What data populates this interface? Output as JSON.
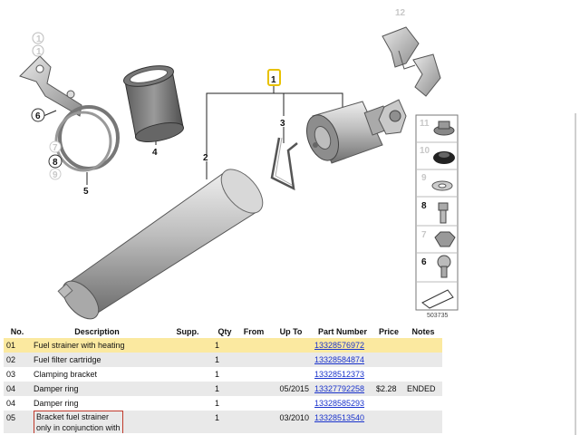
{
  "diagram": {
    "callouts": {
      "c1": "1",
      "c2": "2",
      "c3": "3",
      "c4": "4",
      "c5": "5",
      "c6": "6",
      "c8": "8",
      "c12": "12",
      "c_top1": "1",
      "c_top2": "1",
      "c7": "7",
      "c9": "9",
      "s11": "11",
      "s10": "10",
      "s9": "9",
      "s8": "8",
      "s7": "7",
      "s6": "6"
    },
    "diagram_number": "503735"
  },
  "table": {
    "headers": {
      "no": "No.",
      "desc": "Description",
      "supp": "Supp.",
      "qty": "Qty",
      "from": "From",
      "upto": "Up To",
      "part": "Part Number",
      "price": "Price",
      "notes": "Notes"
    },
    "rows": [
      {
        "no": "01",
        "desc": "Fuel strainer with heating",
        "supp": "",
        "qty": "1",
        "from": "",
        "upto": "",
        "part": "13328576972",
        "price": "",
        "notes": ""
      },
      {
        "no": "02",
        "desc": "Fuel filter cartridge",
        "supp": "",
        "qty": "1",
        "from": "",
        "upto": "",
        "part": "13328584874",
        "price": "",
        "notes": ""
      },
      {
        "no": "03",
        "desc": "Clamping bracket",
        "supp": "",
        "qty": "1",
        "from": "",
        "upto": "",
        "part": "13328512373",
        "price": "",
        "notes": ""
      },
      {
        "no": "04",
        "desc": "Damper ring",
        "supp": "",
        "qty": "1",
        "from": "",
        "upto": "05/2015",
        "part": "13327792258",
        "price": "$2.28",
        "notes": "ENDED"
      },
      {
        "no": "04",
        "desc": "Damper ring",
        "supp": "",
        "qty": "1",
        "from": "",
        "upto": "",
        "part": "13328585293",
        "price": "",
        "notes": ""
      },
      {
        "no": "05",
        "desc": "Bracket fuel strainer",
        "desc_extra": "only in conjunction with",
        "supp": "",
        "qty": "1",
        "from": "",
        "upto": "03/2010",
        "part": "13328513540",
        "price": "",
        "notes": ""
      }
    ]
  }
}
